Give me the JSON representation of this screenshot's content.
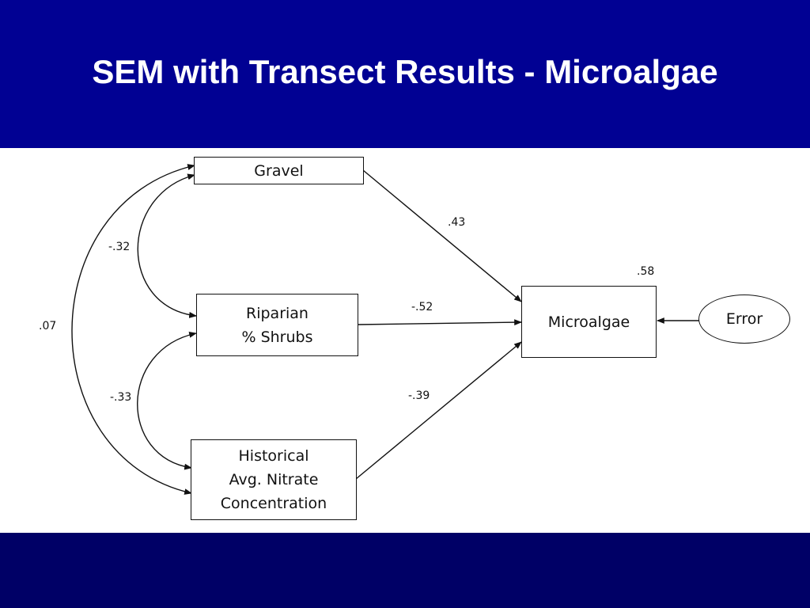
{
  "slide": {
    "title": "SEM with Transect Results - Microalgae"
  },
  "colors": {
    "header_bg": "#010193",
    "footer_bg": "#000066",
    "diagram_bg": "#ffffff",
    "line": "#111111"
  },
  "diagram": {
    "nodes": {
      "gravel": "Gravel",
      "riparian_line1": "Riparian",
      "riparian_line2": "% Shrubs",
      "nitrate_line1": "Historical",
      "nitrate_line2": "Avg. Nitrate",
      "nitrate_line3": "Concentration",
      "microalgae": "Microalgae",
      "error": "Error"
    },
    "coefficients": {
      "gravel_to_microalgae": ".43",
      "riparian_to_microalgae": "-.52",
      "nitrate_to_microalgae": "-.39",
      "gravel_riparian_corr": "-.32",
      "riparian_nitrate_corr": "-.33",
      "gravel_nitrate_corr": ".07",
      "microalgae_r2": ".58"
    }
  }
}
